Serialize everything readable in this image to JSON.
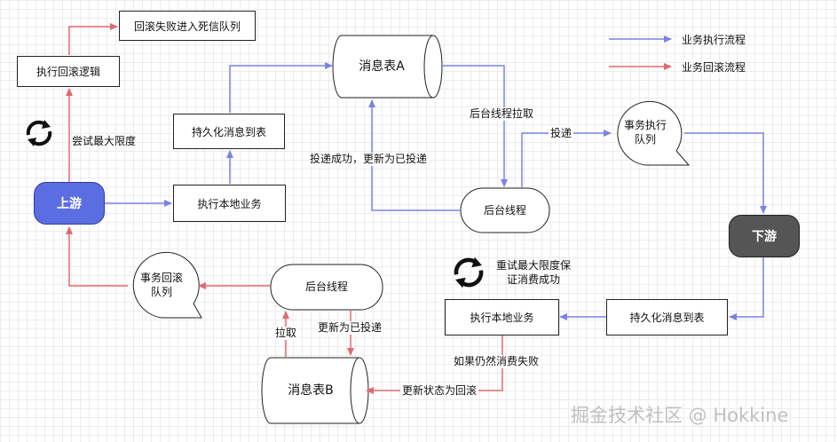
{
  "legend": {
    "exec_flow": "业务执行流程",
    "rollback_flow": "业务回滚流程",
    "exec_color": "#7b83e0",
    "rollback_color": "#e06a72"
  },
  "nodes": {
    "upstream": "上游",
    "downstream": "下游",
    "dead_letter": "回滚失败进入死信队列",
    "rollback_logic": "执行回滚逻辑",
    "persist_top": "持久化消息到表",
    "exec_local_top": "执行本地业务",
    "msg_table_a": "消息表A",
    "bg_thread_top": "后台线程",
    "tx_exec_queue": "事务执行\n队列",
    "tx_rollback_queue": "事务回滚\n队列",
    "bg_thread_bottom": "后台线程",
    "msg_table_b": "消息表B",
    "exec_local_bottom": "执行本地业务",
    "persist_bottom": "持久化消息到表"
  },
  "labels": {
    "try_max": "尝试最大限度",
    "bg_pull": "后台线程拉取",
    "deliver": "投递",
    "deliver_success": "投递成功，更新为已投递",
    "retry_max": "重试最大限度保\n证消费成功",
    "update_delivered": "更新为已投递",
    "pull": "拉取",
    "consume_fail": "如果仍然消费失败",
    "update_rollback": "更新状态为回滚"
  },
  "watermark": "掘金技术社区 @ Hokkine"
}
